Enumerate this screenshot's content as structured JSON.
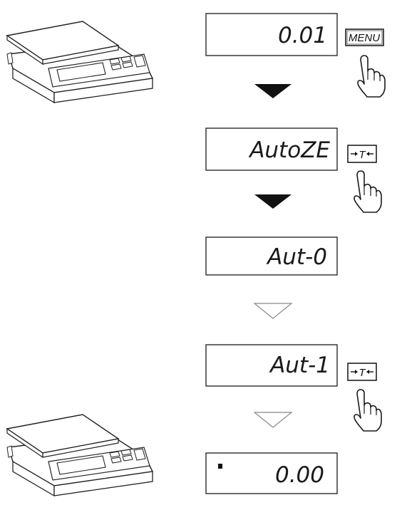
{
  "displays": [
    {
      "text": "0.01"
    },
    {
      "text": "AutoZE"
    },
    {
      "text": "Aut-0"
    },
    {
      "text": "Aut-1"
    },
    {
      "text": "0.00"
    }
  ],
  "keys": {
    "menu": "MENU",
    "tare": "T"
  },
  "arrows": {
    "filled_color": "#111111",
    "outline_color": "#888888"
  }
}
